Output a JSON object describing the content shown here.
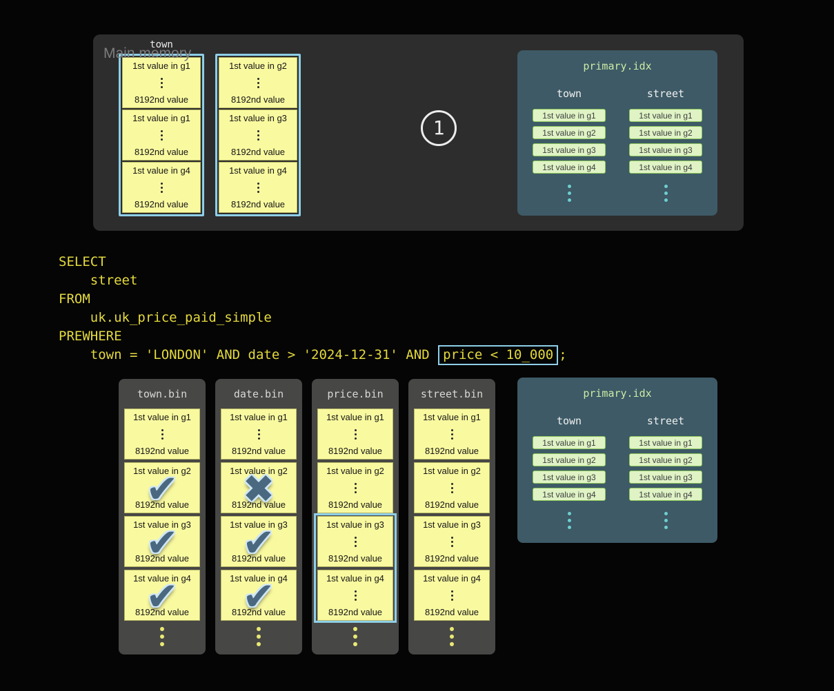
{
  "colors": {
    "background": "#050505",
    "accent_blue": "#8ecfe8",
    "granule_yellow": "#f9f9a0",
    "memory_panel": "#2d2d2d",
    "bin_panel": "#474745",
    "index_panel": "#3d5a66",
    "index_title_green": "#cdeba6",
    "pill_green": "#dff3c5",
    "pill_border_green": "#8cc558",
    "teal_dot": "#6fcfcf",
    "query_yellow": "#e4da3d",
    "mark_slate": "#4a6880"
  },
  "main_memory": {
    "label": "Main memory",
    "column_label": "town",
    "step_number": "1",
    "stacks": [
      {
        "granules": [
          {
            "first": "1st value in g1",
            "last": "8192nd value"
          },
          {
            "first": "1st value in g1",
            "last": "8192nd value"
          },
          {
            "first": "1st value in g4",
            "last": "8192nd value"
          }
        ]
      },
      {
        "granules": [
          {
            "first": "1st value in g2",
            "last": "8192nd value"
          },
          {
            "first": "1st value in g3",
            "last": "8192nd value"
          },
          {
            "first": "1st value in g4",
            "last": "8192nd value"
          }
        ]
      }
    ]
  },
  "primary_index": {
    "title": "primary.idx",
    "columns": [
      {
        "header": "town",
        "entries": [
          "1st value in g1",
          "1st value in g2",
          "1st value in g3",
          "1st value in g4"
        ]
      },
      {
        "header": "street",
        "entries": [
          "1st value in g1",
          "1st value in g2",
          "1st value in g3",
          "1st value in g4"
        ]
      }
    ]
  },
  "query": {
    "lines": [
      [
        {
          "text": "SELECT"
        }
      ],
      [
        {
          "text": "    street"
        }
      ],
      [
        {
          "text": "FROM"
        }
      ],
      [
        {
          "text": "    uk.uk_price_paid_simple"
        }
      ],
      [
        {
          "text": "PREWHERE"
        }
      ],
      [
        {
          "text": "    town = 'LONDON' AND date > '2024-12-31' AND "
        },
        {
          "text": "price < 10_000",
          "boxed": true
        },
        {
          "text": ";"
        }
      ]
    ]
  },
  "bin_files": [
    {
      "title": "town.bin",
      "granules": [
        {
          "first": "1st value in g1",
          "last": "8192nd value",
          "mark": "none"
        },
        {
          "first": "1st value in g2",
          "last": "8192nd value",
          "mark": "check"
        },
        {
          "first": "1st value in g3",
          "last": "8192nd value",
          "mark": "check"
        },
        {
          "first": "1st value in g4",
          "last": "8192nd value",
          "mark": "check"
        }
      ]
    },
    {
      "title": "date.bin",
      "granules": [
        {
          "first": "1st value in g1",
          "last": "8192nd value",
          "mark": "none"
        },
        {
          "first": "1st value in g2",
          "last": "8192nd value",
          "mark": "cross"
        },
        {
          "first": "1st value in g3",
          "last": "8192nd value",
          "mark": "check"
        },
        {
          "first": "1st value in g4",
          "last": "8192nd value",
          "mark": "check"
        }
      ]
    },
    {
      "title": "price.bin",
      "highlight_range": [
        2,
        3
      ],
      "granules": [
        {
          "first": "1st value in g1",
          "last": "8192nd value",
          "mark": "none"
        },
        {
          "first": "1st value in g2",
          "last": "8192nd value",
          "mark": "none"
        },
        {
          "first": "1st value in g3",
          "last": "8192nd value",
          "mark": "none"
        },
        {
          "first": "1st value in g4",
          "last": "8192nd value",
          "mark": "none"
        }
      ]
    },
    {
      "title": "street.bin",
      "granules": [
        {
          "first": "1st value in g1",
          "last": "8192nd value",
          "mark": "none"
        },
        {
          "first": "1st value in g2",
          "last": "8192nd value",
          "mark": "none"
        },
        {
          "first": "1st value in g3",
          "last": "8192nd value",
          "mark": "none"
        },
        {
          "first": "1st value in g4",
          "last": "8192nd value",
          "mark": "none"
        }
      ]
    }
  ]
}
